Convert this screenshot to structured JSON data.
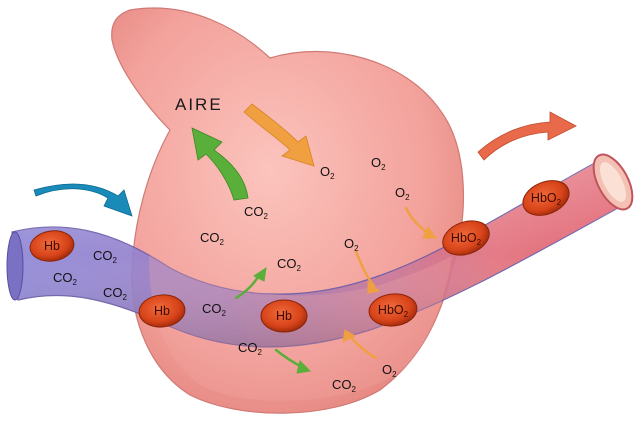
{
  "colors": {
    "alveolus": "#f6a5a0",
    "vessel_venous": "#8a7fd0",
    "vessel_arterial": "#e8727a",
    "red_cell": "#d8441a",
    "arrow_green": "#5aae3a",
    "arrow_orange": "#f0a040",
    "arrow_blue": "#1a8ab8",
    "arrow_red": "#e86a4a"
  },
  "air_label": "AIRE",
  "molecules": [
    {
      "base": "O",
      "sub": "2"
    },
    {
      "base": "O",
      "sub": "2"
    },
    {
      "base": "O",
      "sub": "2"
    },
    {
      "base": "CO",
      "sub": "2"
    },
    {
      "base": "CO",
      "sub": "2"
    },
    {
      "base": "O",
      "sub": "2"
    },
    {
      "base": "CO",
      "sub": "2"
    },
    {
      "base": "CO",
      "sub": "2"
    },
    {
      "base": "CO",
      "sub": "2"
    },
    {
      "base": "CO",
      "sub": "2"
    },
    {
      "base": "CO",
      "sub": "2"
    },
    {
      "base": "CO",
      "sub": "2"
    },
    {
      "base": "O",
      "sub": "2"
    },
    {
      "base": "CO",
      "sub": "2"
    }
  ],
  "cells": [
    {
      "base": "Hb",
      "sub": ""
    },
    {
      "base": "Hb",
      "sub": ""
    },
    {
      "base": "Hb",
      "sub": ""
    },
    {
      "base": "HbO",
      "sub": "2"
    },
    {
      "base": "HbO",
      "sub": "2"
    },
    {
      "base": "HbO",
      "sub": "2"
    }
  ]
}
